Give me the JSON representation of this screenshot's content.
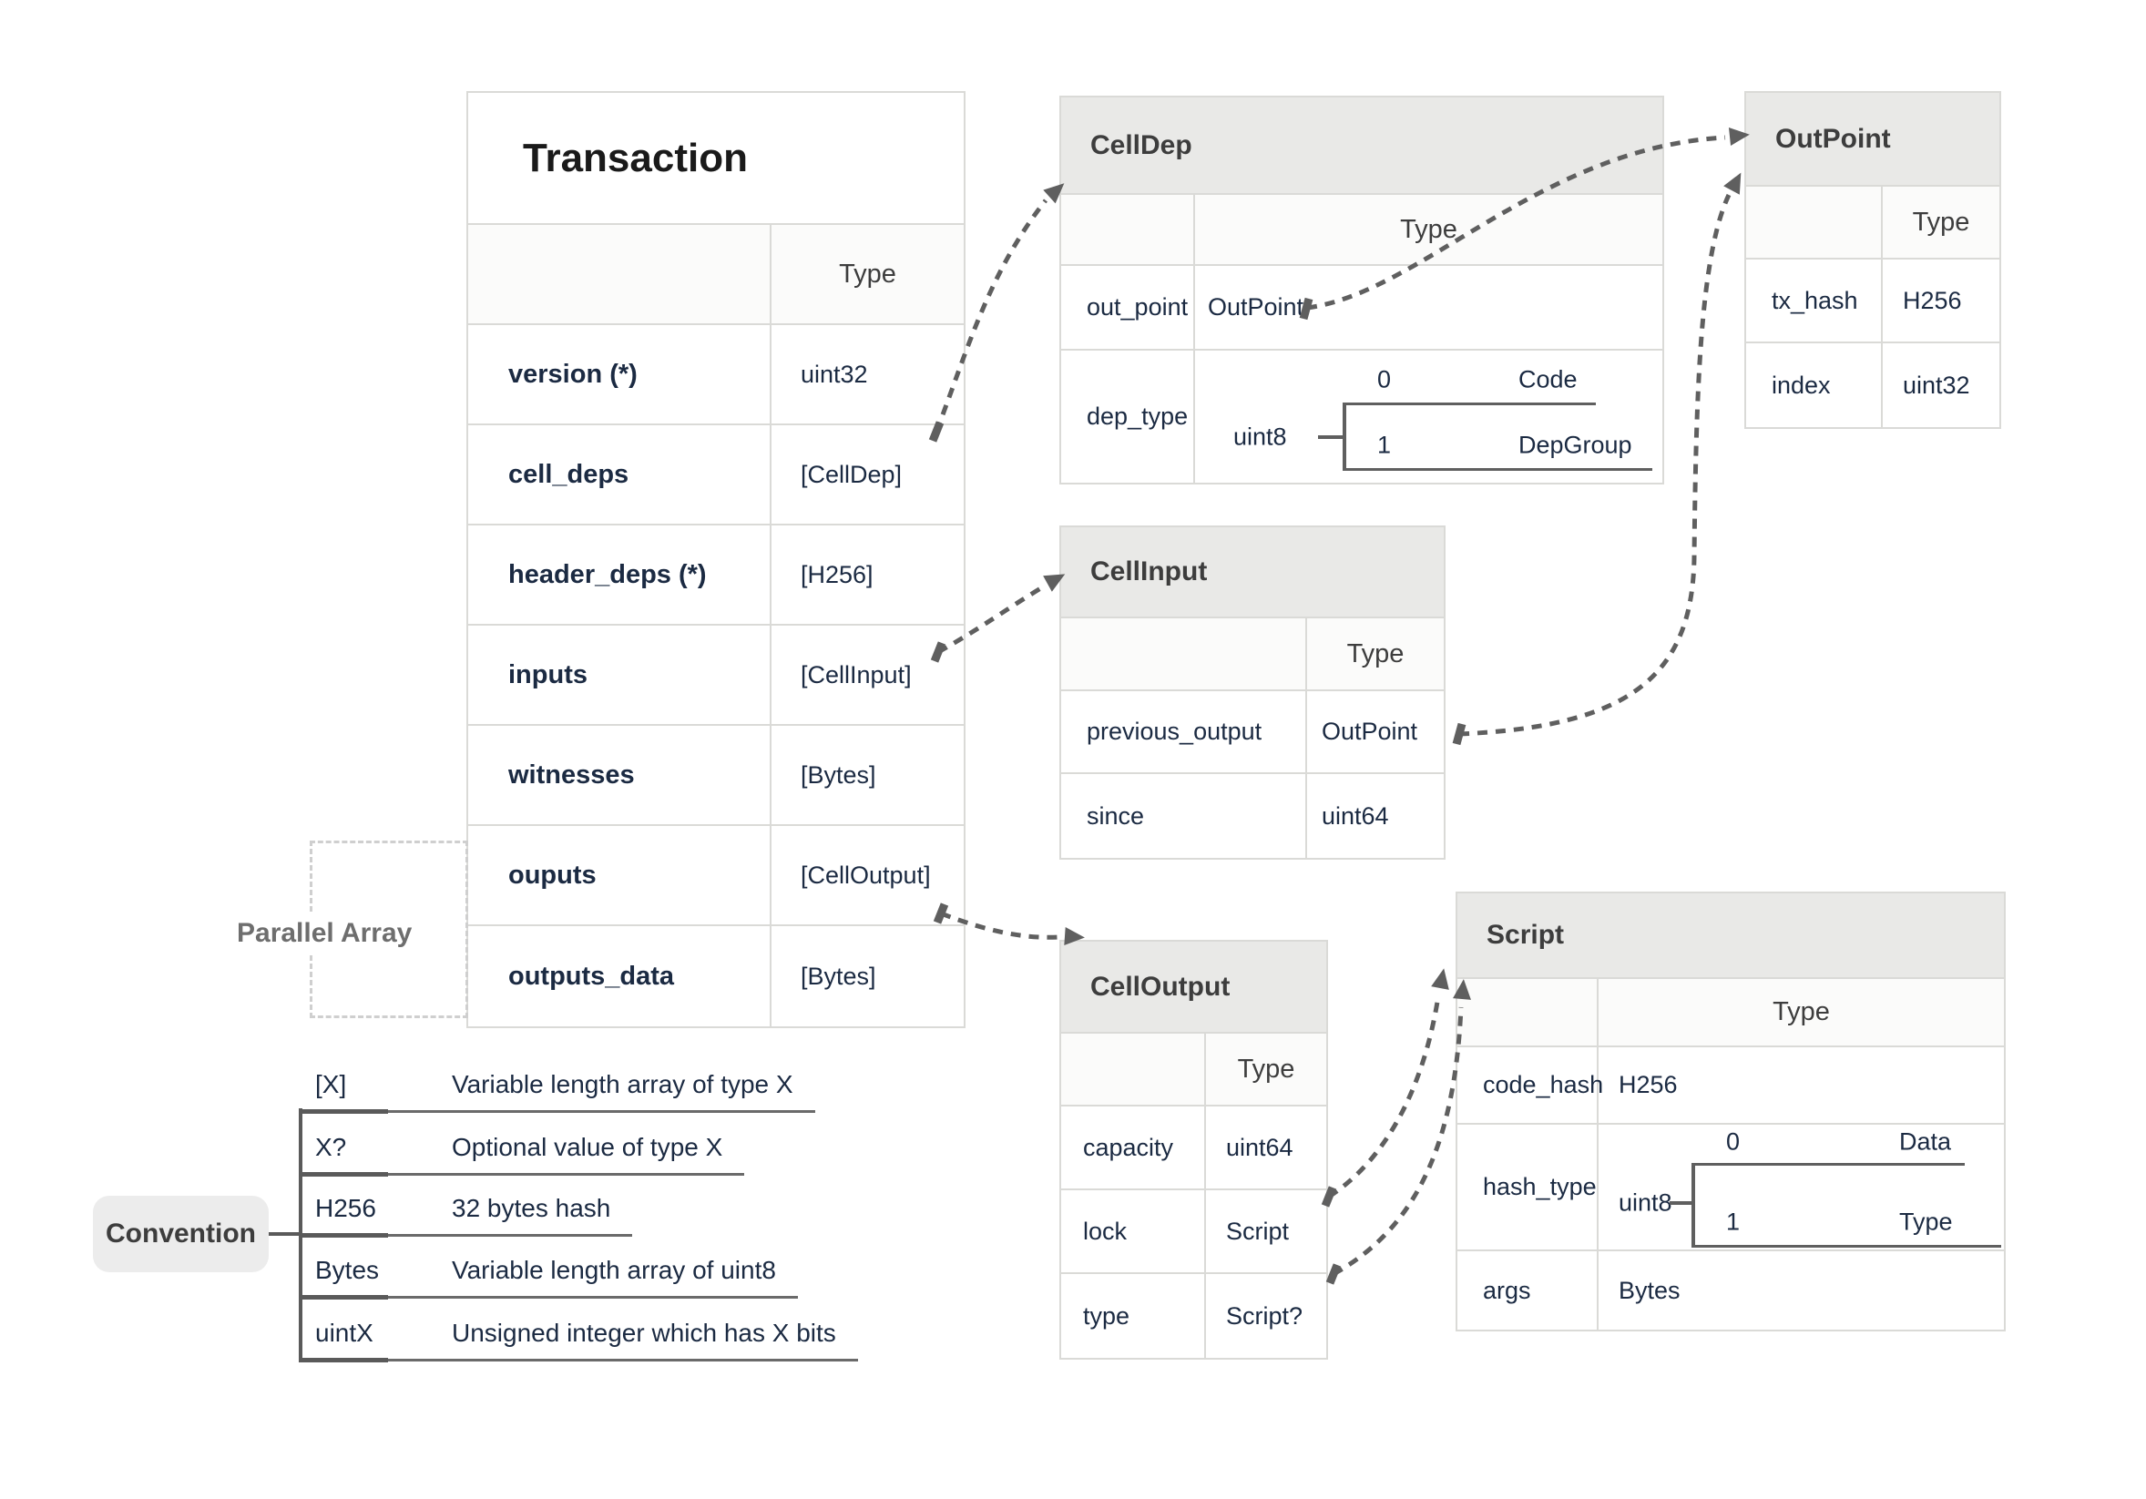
{
  "colors": {
    "table_border": "#dadad7",
    "title_bg": "#e9e9e7",
    "subheader_bg": "#fbfbfa",
    "heading_text": "#3d3d3d",
    "field_text": "#1b2a42",
    "arrow": "#5f5f5f",
    "legend_line": "#6a6a6a",
    "muted_label": "#6e6e6e",
    "convention_bg": "#ececec",
    "dashed_box": "#cfcfcf"
  },
  "tables": {
    "transaction": {
      "title": "Transaction",
      "type_header": "Type",
      "rows": [
        {
          "name": "version (*)",
          "type": "uint32"
        },
        {
          "name": "cell_deps",
          "type": "[CellDep]"
        },
        {
          "name": "header_deps (*)",
          "type": "[H256]"
        },
        {
          "name": "inputs",
          "type": "[CellInput]"
        },
        {
          "name": "witnesses",
          "type": "[Bytes]"
        },
        {
          "name": "ouputs",
          "type": "[CellOutput]"
        },
        {
          "name": "outputs_data",
          "type": "[Bytes]"
        }
      ]
    },
    "cell_dep": {
      "title": "CellDep",
      "type_header": "Type",
      "rows": [
        {
          "name": "out_point",
          "type": "OutPoint"
        },
        {
          "name": "dep_type",
          "type": "uint8"
        }
      ],
      "dep_type_enum": [
        {
          "value": "0",
          "label": "Code"
        },
        {
          "value": "1",
          "label": "DepGroup"
        }
      ]
    },
    "cell_input": {
      "title": "CellInput",
      "type_header": "Type",
      "rows": [
        {
          "name": "previous_output",
          "type": "OutPoint"
        },
        {
          "name": "since",
          "type": "uint64"
        }
      ]
    },
    "cell_output": {
      "title": "CellOutput",
      "type_header": "Type",
      "rows": [
        {
          "name": "capacity",
          "type": "uint64"
        },
        {
          "name": "lock",
          "type": "Script"
        },
        {
          "name": "type",
          "type": "Script?"
        }
      ]
    },
    "out_point": {
      "title": "OutPoint",
      "type_header": "Type",
      "rows": [
        {
          "name": "tx_hash",
          "type": "H256"
        },
        {
          "name": "index",
          "type": "uint32"
        }
      ]
    },
    "script": {
      "title": "Script",
      "type_header": "Type",
      "rows": [
        {
          "name": "code_hash",
          "type": "H256"
        },
        {
          "name": "hash_type",
          "type": "uint8"
        },
        {
          "name": "args",
          "type": "Bytes"
        }
      ],
      "hash_type_enum": [
        {
          "value": "0",
          "label": "Data"
        },
        {
          "value": "1",
          "label": "Type"
        }
      ]
    }
  },
  "annotations": {
    "parallel_array": "Parallel Array",
    "convention": "Convention"
  },
  "legend": [
    {
      "term": "[X]",
      "description": "Variable length array of type X"
    },
    {
      "term": "X?",
      "description": "Optional value of type X"
    },
    {
      "term": "H256",
      "description": "32 bytes hash"
    },
    {
      "term": "Bytes",
      "description": "Variable length array of uint8"
    },
    {
      "term": "uintX",
      "description": "Unsigned integer which has X bits"
    }
  ]
}
